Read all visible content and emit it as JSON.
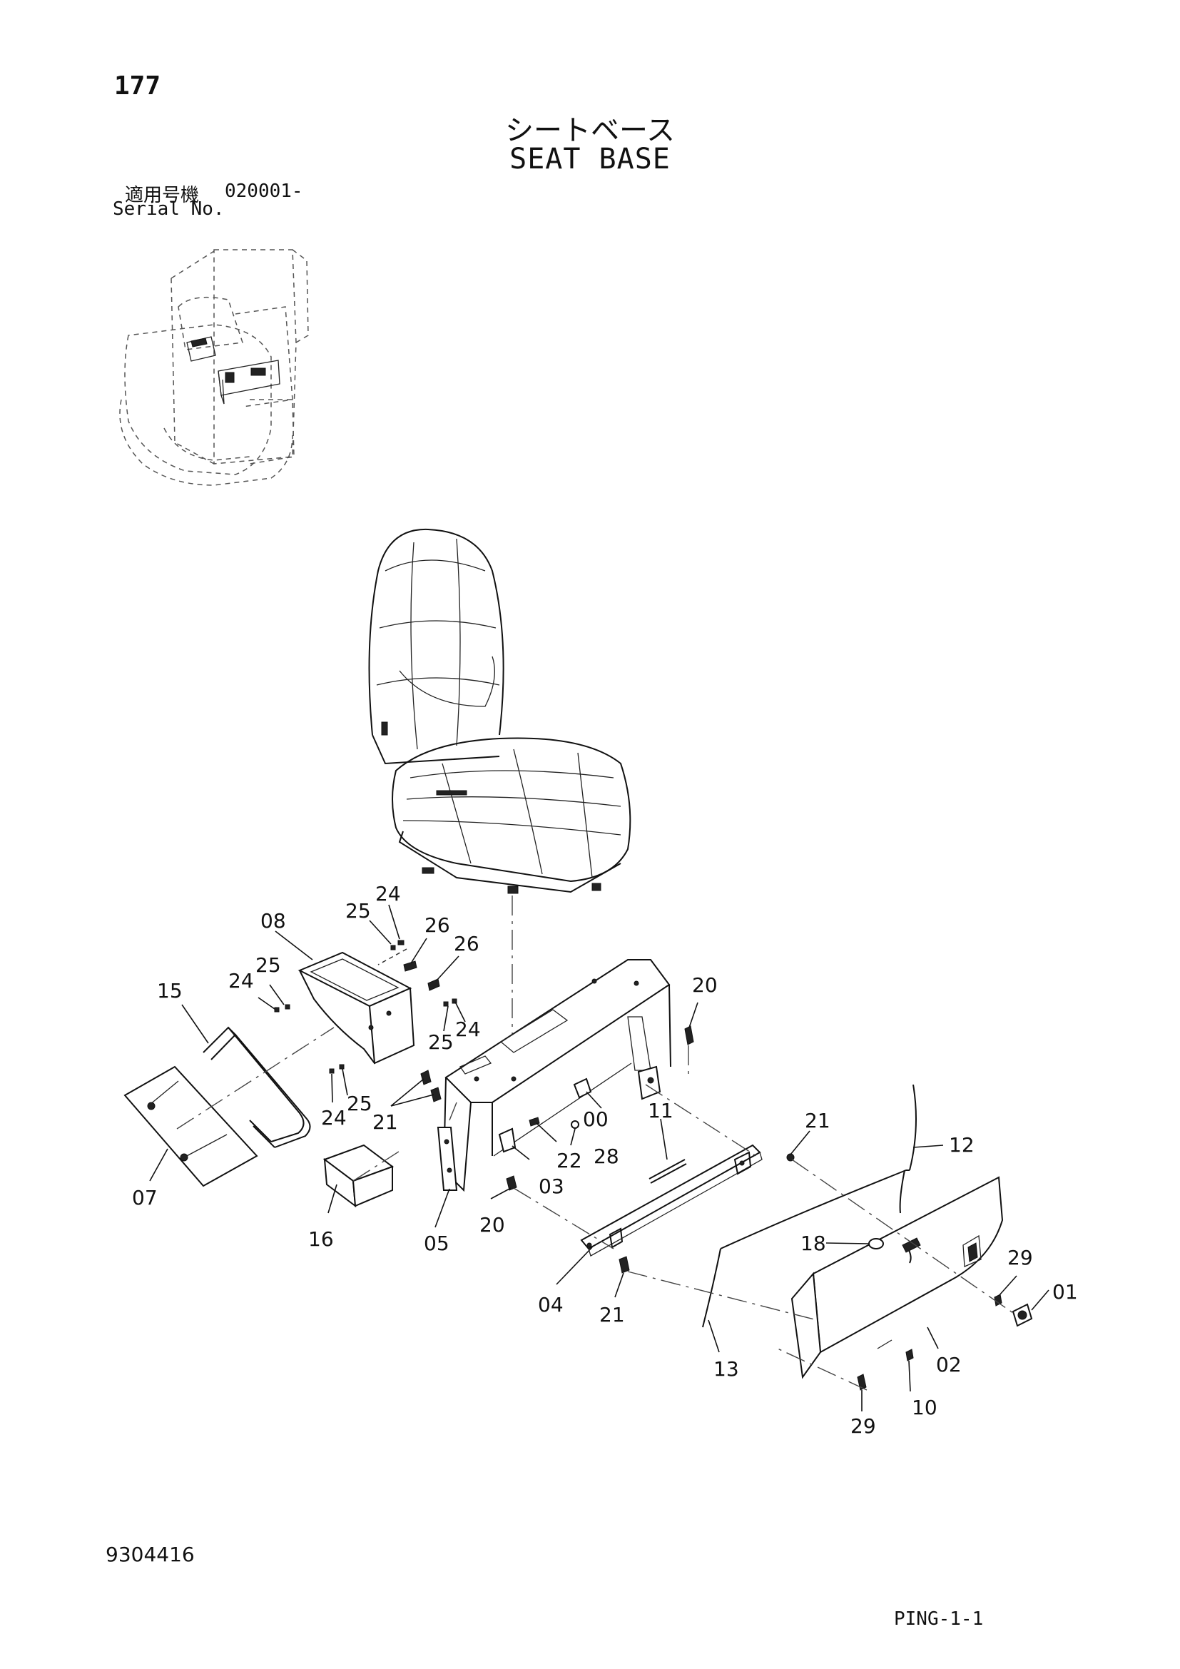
{
  "header": {
    "page_number": "177",
    "title_jp": "シートベース",
    "title_en": "SEAT BASE",
    "serial_label_jp": "適用号機",
    "serial_value": "020001-",
    "serial_label_en": "Serial No."
  },
  "footer": {
    "document_number": "9304416",
    "reference_code": "PING-1-1"
  },
  "callouts": [
    {
      "id": "c-24a",
      "label": "24"
    },
    {
      "id": "c-25a",
      "label": "25"
    },
    {
      "id": "c-08",
      "label": "08"
    },
    {
      "id": "c-26a",
      "label": "26"
    },
    {
      "id": "c-26b",
      "label": "26"
    },
    {
      "id": "c-25b",
      "label": "25"
    },
    {
      "id": "c-24b",
      "label": "24"
    },
    {
      "id": "c-15",
      "label": "15"
    },
    {
      "id": "c-20a",
      "label": "20"
    },
    {
      "id": "c-25c",
      "label": "25"
    },
    {
      "id": "c-24c",
      "label": "24"
    },
    {
      "id": "c-24d",
      "label": "24"
    },
    {
      "id": "c-25d",
      "label": "25"
    },
    {
      "id": "c-21a",
      "label": "21"
    },
    {
      "id": "c-00",
      "label": "00"
    },
    {
      "id": "c-11",
      "label": "11"
    },
    {
      "id": "c-21b",
      "label": "21"
    },
    {
      "id": "c-12",
      "label": "12"
    },
    {
      "id": "c-22",
      "label": "22"
    },
    {
      "id": "c-28",
      "label": "28"
    },
    {
      "id": "c-03",
      "label": "03"
    },
    {
      "id": "c-07",
      "label": "07"
    },
    {
      "id": "c-20b",
      "label": "20"
    },
    {
      "id": "c-16",
      "label": "16"
    },
    {
      "id": "c-05",
      "label": "05"
    },
    {
      "id": "c-18",
      "label": "18"
    },
    {
      "id": "c-29a",
      "label": "29"
    },
    {
      "id": "c-01",
      "label": "01"
    },
    {
      "id": "c-04",
      "label": "04"
    },
    {
      "id": "c-21c",
      "label": "21"
    },
    {
      "id": "c-02",
      "label": "02"
    },
    {
      "id": "c-13",
      "label": "13"
    },
    {
      "id": "c-10",
      "label": "10"
    },
    {
      "id": "c-29b",
      "label": "29"
    }
  ]
}
